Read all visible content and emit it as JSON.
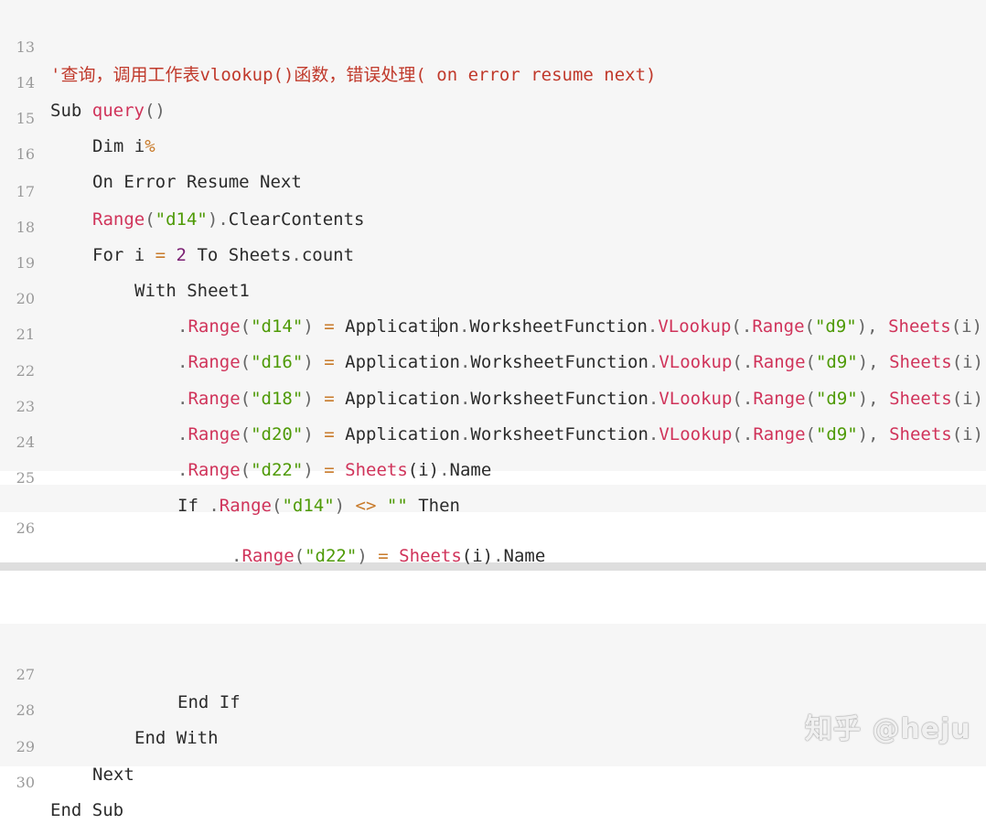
{
  "line_numbers": [
    "13",
    "14",
    "15",
    "16",
    "17",
    "18",
    "19",
    "20",
    "21",
    "22",
    "23",
    "24",
    "25",
    "26",
    "27",
    "28",
    "29",
    "30"
  ],
  "code": {
    "l13": {
      "comment": "'查询，调用工作表vlookup()函数，错误处理( on error resume next)"
    },
    "l14": {
      "kw": "Sub ",
      "fn": "query",
      "paren": "()"
    },
    "l15": {
      "kw": "Dim i",
      "op": "%"
    },
    "l16": {
      "kw": "On Error Resume Next"
    },
    "l17": {
      "fn": "Range",
      "p1": "(",
      "str": "\"d14\"",
      "p2": ")",
      "dot": ".",
      "rest": "ClearContents"
    },
    "l18": {
      "kw1": "For i ",
      "op": "=",
      "sp": " ",
      "num": "2",
      "kw2": " To Sheets",
      "dot": ".",
      "rest": "count"
    },
    "l19": {
      "kw": "With Sheet1"
    },
    "vlookup_lines": [
      {
        "cell": "\"d14\""
      },
      {
        "cell": "\"d16\""
      },
      {
        "cell": "\"d18\""
      },
      {
        "cell": "\"d20\""
      }
    ],
    "vlookup_common": {
      "dot": ".",
      "range": "Range",
      "open": "(",
      "close": ")",
      "eq": "=",
      "app_a": "Applicati",
      "app_b": "on",
      "app_full": "Application",
      "wsf": "WorksheetFunction",
      "vl": "VLookup",
      "arg_open": "(.",
      "arg_range": "Range",
      "d9": "\"d9\"",
      "comma": "), ",
      "sheets": "Sheets",
      "tail": "(i)"
    },
    "l24": {
      "dot": ".",
      "range": "Range",
      "open": "(",
      "cell": "\"d22\"",
      "close": ")",
      "eq": "=",
      "sheets": "Sheets",
      "i": "(i)",
      "dot2": ".",
      "name": "Name"
    },
    "l25": {
      "kw": "If ",
      "dot": ".",
      "range": "Range",
      "open": "(",
      "cell": "\"d14\"",
      "close": ")",
      "op": "<>",
      "empty": "\"\"",
      "then": "Then"
    },
    "l26": {
      "dot": ".",
      "range": "Range",
      "open": "(",
      "cell": "\"d22\"",
      "close": ")",
      "eq": "=",
      "sheets": "Sheets",
      "i": "(i)",
      "dot2": ".",
      "name": "Name"
    },
    "l27": {
      "kw": "End If"
    },
    "l28": {
      "kw": "End With"
    },
    "l29": {
      "kw": "Next"
    },
    "l30": {
      "kw": "End Sub"
    }
  },
  "watermark": "知乎 @heju",
  "colors": {
    "keyword": "#2b2b2b",
    "function": "#d0335a",
    "string": "#4e9a06",
    "number": "#7a1e72",
    "operator": "#c87a2a",
    "comment": "#c0392b",
    "background": "#f6f6f6"
  }
}
